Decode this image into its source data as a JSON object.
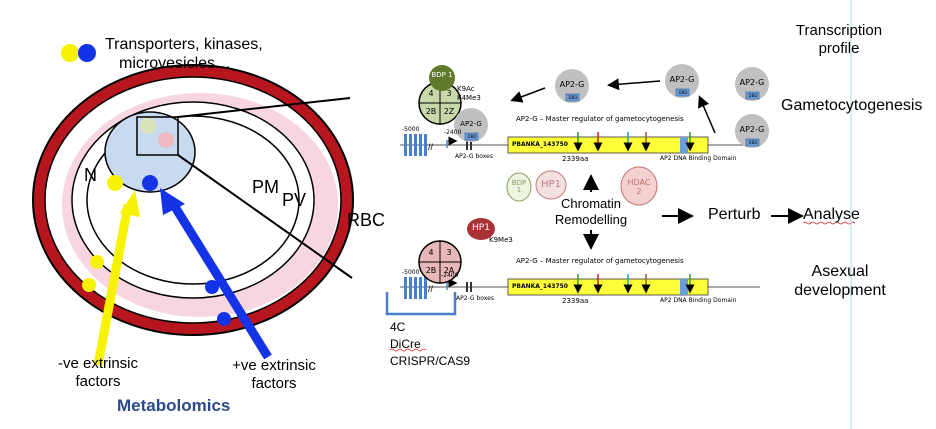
{
  "cell": {
    "legend_text_line1": "Transporters, kinases,",
    "legend_text_line2": "microvesicles…",
    "label_n": "N",
    "label_pm": "PM",
    "label_pv": "PV",
    "label_rbc": "RBC",
    "neg_line1": "-ve extrinsic",
    "neg_line2": "factors",
    "pos_line1": "+ve extrinsic",
    "pos_line2": "factors",
    "metabolomics": "Metabolomics"
  },
  "top_right": {
    "transcription_line1": "Transcription",
    "transcription_line2": "profile",
    "gametocytogenesis": "Gametocytogenesis",
    "asexual_line1": "Asexual",
    "asexual_line2": "development"
  },
  "middle": {
    "chromatin_line1": "Chromatin",
    "chromatin_line2": "Remodelling",
    "perturb": "Perturb",
    "analyse": "Analyse",
    "methods": [
      "4C",
      "DiCre",
      "CRISPR/CAS9"
    ]
  },
  "proteins": {
    "ap2g": "AP2-G",
    "dbd": "DBD",
    "bdp1": "BDP 1",
    "hp1": "HP1",
    "hdac2": "HDAC 2"
  },
  "gene_top": {
    "marks": [
      "K9Ac",
      "K4Me3"
    ],
    "histone_cells": [
      "4",
      "3",
      "2B",
      "2Z"
    ],
    "coord_left": "-5000",
    "coord_mid": "-2400",
    "title": "AP2-G – Master regulator of gametocytogenesis",
    "gene_id": "PBANKA_143750",
    "length": "2339aa",
    "boxes_label": "AP2-G boxes",
    "domain_label": "AP2 DNA Binding Domain"
  },
  "gene_bottom": {
    "marks": [
      "K9Me3"
    ],
    "histone_cells": [
      "4",
      "3",
      "2B",
      "2A"
    ],
    "coord_left": "-5000",
    "coord_mid": "-2400",
    "title": "AP2-G – Master regulator of gametocytogenesis",
    "gene_id": "PBANKA_143750",
    "length": "2339aa",
    "boxes_label": "AP2-G boxes",
    "domain_label": "AP2 DNA Binding Domain"
  },
  "colors": {
    "rbc_red": "#b8161f",
    "pv_pink": "#f7d6e0",
    "nucleus_blue": "#c8daf0",
    "yellow": "#f7f200",
    "blue": "#1432e6",
    "gene_yellow": "#ffff3a",
    "bdp_green": "#5e7a2a",
    "hp1_red": "#a83236"
  }
}
